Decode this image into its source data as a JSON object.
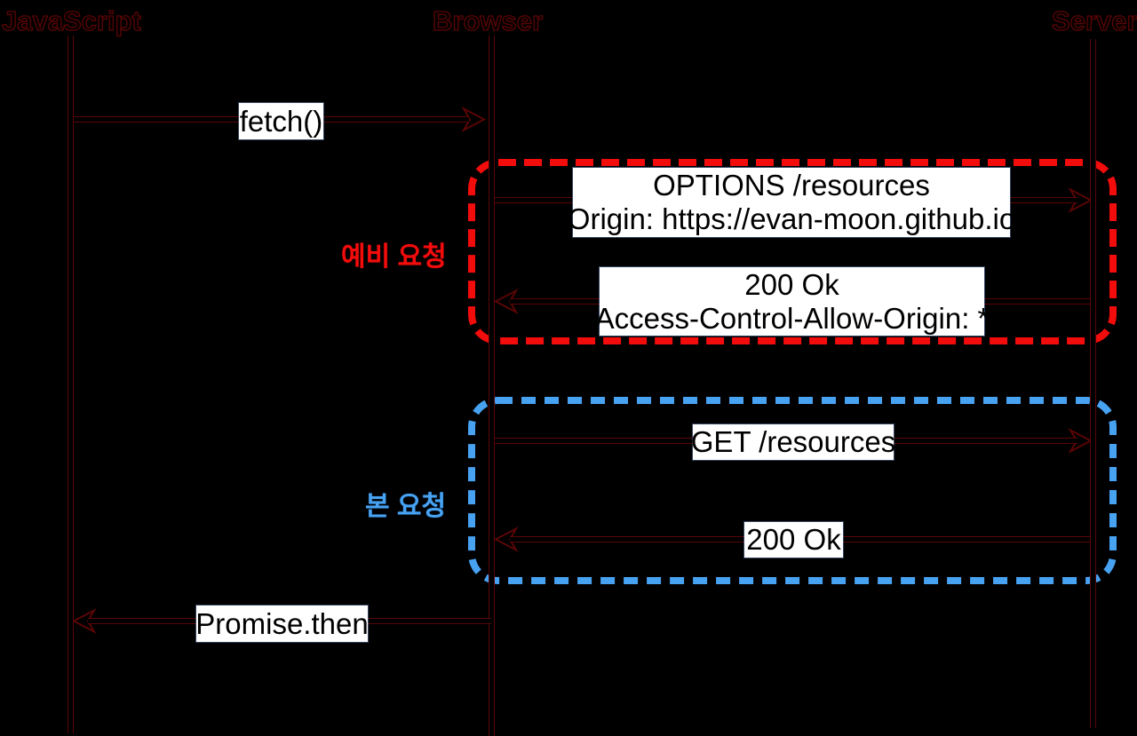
{
  "diagram": {
    "type": "sequence-diagram",
    "topic": "CORS preflight request flow",
    "actors": [
      {
        "name": "JavaScript"
      },
      {
        "name": "Browser"
      },
      {
        "name": "Server"
      }
    ],
    "messages": [
      {
        "from": "JavaScript",
        "to": "Browser",
        "label": "fetch()"
      },
      {
        "from": "Browser",
        "to": "Server",
        "group": "preflight",
        "lines": [
          "OPTIONS /resources",
          "Origin: https://evan-moon.github.io"
        ]
      },
      {
        "from": "Server",
        "to": "Browser",
        "group": "preflight",
        "lines": [
          "200 Ok",
          "Access-Control-Allow-Origin: *"
        ]
      },
      {
        "from": "Browser",
        "to": "Server",
        "group": "main",
        "label": "GET /resources"
      },
      {
        "from": "Server",
        "to": "Browser",
        "group": "main",
        "label": "200 Ok"
      },
      {
        "from": "Browser",
        "to": "JavaScript",
        "label": "Promise.then"
      }
    ],
    "groups": [
      {
        "id": "preflight",
        "label": "예비 요청",
        "border_style": "dashed"
      },
      {
        "id": "main",
        "label": "본 요청",
        "border_style": "dashed"
      }
    ]
  },
  "colors": {
    "background": "#000000",
    "line_edge": "#5a0505",
    "label_bg": "#ffffff",
    "label_text": "#000000",
    "preflight_red": "#f20c0c",
    "main_blue": "#48a2f2"
  }
}
